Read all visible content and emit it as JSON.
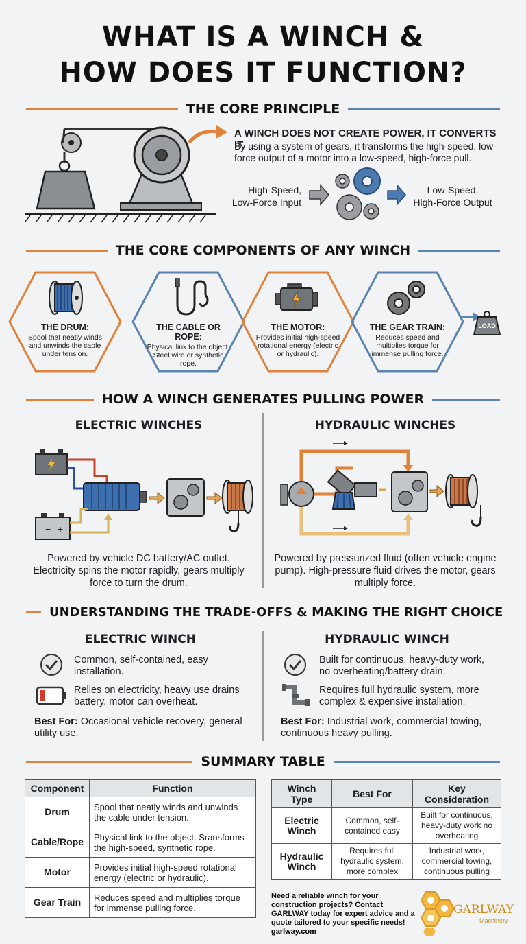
{
  "title": {
    "line1": "WHAT IS A WINCH &",
    "line2": "HOW DOES IT FUNCTION?"
  },
  "core_principle": {
    "heading": "THE CORE PRINCIPLE",
    "statement": "A WINCH DOES NOT CREATE POWER, IT CONVERTS IT.",
    "description": "By using a system of gears, it transforms the high-speed, low-force output of a motor into a low-speed, high-force pull.",
    "input_label": "High-Speed,\nLow-Force Input",
    "output_label": "Low-Speed,\nHigh-Force Output"
  },
  "components": {
    "heading": "THE CORE COMPONENTS OF ANY WINCH",
    "items": [
      {
        "title": "THE DRUM:",
        "desc": "Spool that neatly winds and unwinds the cable under tension.",
        "icon": "drum-icon"
      },
      {
        "title": "THE CABLE OR ROPE:",
        "desc": "Physical link to the object. Steel wire or synthetic rope.",
        "icon": "cable-hook-icon"
      },
      {
        "title": "THE MOTOR:",
        "desc": "Provides initial high-speed rotational energy (electric or hydraulic).",
        "icon": "motor-icon"
      },
      {
        "title": "THE GEAR TRAIN:",
        "desc": "Reduces speed and multiplies torque for immense pulling force.",
        "icon": "gears-icon"
      }
    ],
    "load_label": "LOAD"
  },
  "power": {
    "heading": "HOW A WINCH GENERATES PULLING POWER",
    "electric": {
      "title": "ELECTRIC WINCHES",
      "desc": "Powered by vehicle DC battery/AC outlet. Electricity spins the motor rapidly, gears multiply force to turn the drum."
    },
    "hydraulic": {
      "title": "HYDRAULIC WINCHES",
      "desc": "Powered by pressurized fluid (often vehicle engine pump). High-pressure fluid drives the motor, gears multiply force."
    }
  },
  "tradeoffs": {
    "heading": "UNDERSTANDING THE TRADE-OFFS & MAKING THE RIGHT CHOICE",
    "electric": {
      "title": "ELECTRIC WINCH",
      "pro": "Common, self-contained, easy installation.",
      "con": "Relies on electricity, heavy use drains battery, motor can overheat.",
      "best_label": "Best For:",
      "best": "Occasional vehicle recovery, general utility use."
    },
    "hydraulic": {
      "title": "HYDRAULIC WINCH",
      "pro": "Built for continuous, heavy-duty work, no overheating/battery drain.",
      "con": "Requires full hydraulic system, more complex & expensive installation.",
      "best_label": "Best For:",
      "best": "Industrial work, commercial towing, continuous heavy pulling."
    }
  },
  "summary": {
    "heading": "SUMMARY TABLE",
    "table1": {
      "headers": [
        "Component",
        "Function"
      ],
      "rows": [
        [
          "Drum",
          "Spool that neatly winds and unwinds the cable under tension."
        ],
        [
          "Cable/Rope",
          "Physical link to the object. Sransforms the high-speed, synthetic rope."
        ],
        [
          "Motor",
          "Provides initial high-speed rotational energy (electric or hydraulic)."
        ],
        [
          "Gear Train",
          "Reduces speed and multiplies torque for immense pulling force."
        ]
      ]
    },
    "table2": {
      "headers": [
        "Winch Type",
        "Best For",
        "Key Consideration"
      ],
      "rows": [
        [
          "Electric Winch",
          "Common, self-contained easy",
          "Built for continuous, heavy-duty work no overheating"
        ],
        [
          "Hydraulic Winch",
          "Requires full hydraulic system, more complex",
          "Industrial work, commercial towing, continuous pulling"
        ]
      ]
    }
  },
  "footer": {
    "cta": "Need a reliable winch for your construction projects? Contact GARLWAY today for expert advice and a quote tailored to your specific needs! garlway.com",
    "url": "garlway.com",
    "brand": "GARLWAY",
    "brand_sub": "Machinery"
  },
  "colors": {
    "orange": "#e0823a",
    "blue": "#5b84b1",
    "dark": "#1b1f24",
    "background": "#f1f3f5"
  }
}
